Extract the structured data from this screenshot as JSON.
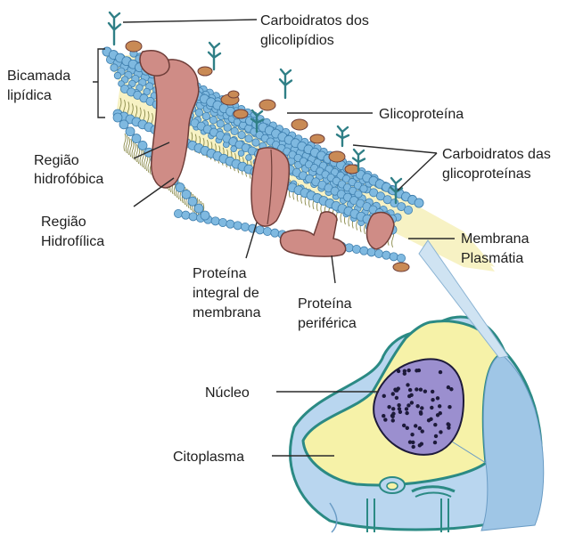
{
  "colors": {
    "head": "#7fb9e0",
    "head_edge": "#3f7fae",
    "tail_zone": "#f7f2c4",
    "tail_line": "#8a8a4a",
    "protein": "#cf8c86",
    "protein_edge": "#6e3d38",
    "protein_small": "#c98a55",
    "carb": "#2f7f86",
    "cytoplasm": "#f6f2a8",
    "cell_outer": "#b9d6ef",
    "nucleus": "#9b8fcf",
    "nucleus_dot": "#1d1a3a"
  },
  "labels": {
    "carb_lipid_1": "Carboidratos dos",
    "carb_lipid_2": "glicolipídios",
    "bilayer_1": "Bicamada",
    "bilayer_2": "lipídica",
    "glycoprotein": "Glicoproteína",
    "hydrophobic_1": "Região",
    "hydrophobic_2": "hidrofóbica",
    "carb_protein_1": "Carboidratos das",
    "carb_protein_2": "glicoproteínas",
    "hydrophilic_1": "Região",
    "hydrophilic_2": "Hidrofílica",
    "membrane_1": "Membrana",
    "membrane_2": "Plasmátia",
    "integral_1": "Proteína",
    "integral_2": "integral de",
    "integral_3": "membrana",
    "peripheral_1": "Proteína",
    "peripheral_2": "periférica",
    "nucleus": "Núcleo",
    "cytoplasm": "Citoplasma"
  }
}
